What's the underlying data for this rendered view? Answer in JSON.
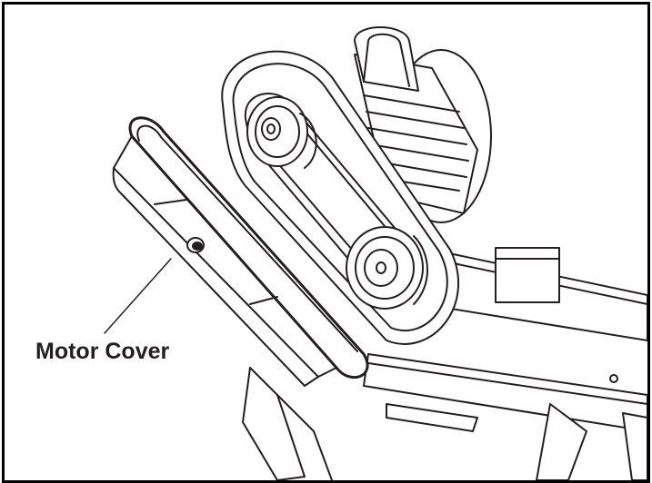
{
  "callout": {
    "label": "Motor Cover"
  },
  "colors": {
    "line": "#231f20",
    "background": "#ffffff",
    "frame": "#000000"
  },
  "parts": [
    "motor-cover",
    "drive-belt",
    "upper-pulley",
    "lower-pulley",
    "belt-guard",
    "motor-housing",
    "frame-rail",
    "support-leg"
  ]
}
